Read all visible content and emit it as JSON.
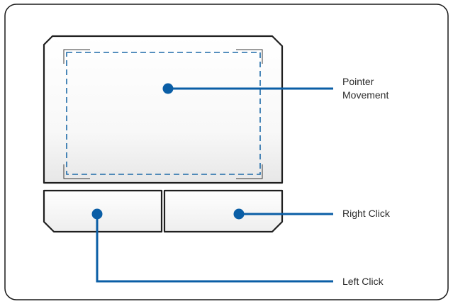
{
  "labels": {
    "pointer_line1": "Pointer",
    "pointer_line2": "Movement",
    "right_click": "Right Click",
    "left_click": "Left Click"
  },
  "colors": {
    "frame": "#1a1a1a",
    "pad_outline": "#1f1f1f",
    "dash": "#1d6aa8",
    "callout": "#0a5ea6",
    "text": "#2b2b2b"
  }
}
